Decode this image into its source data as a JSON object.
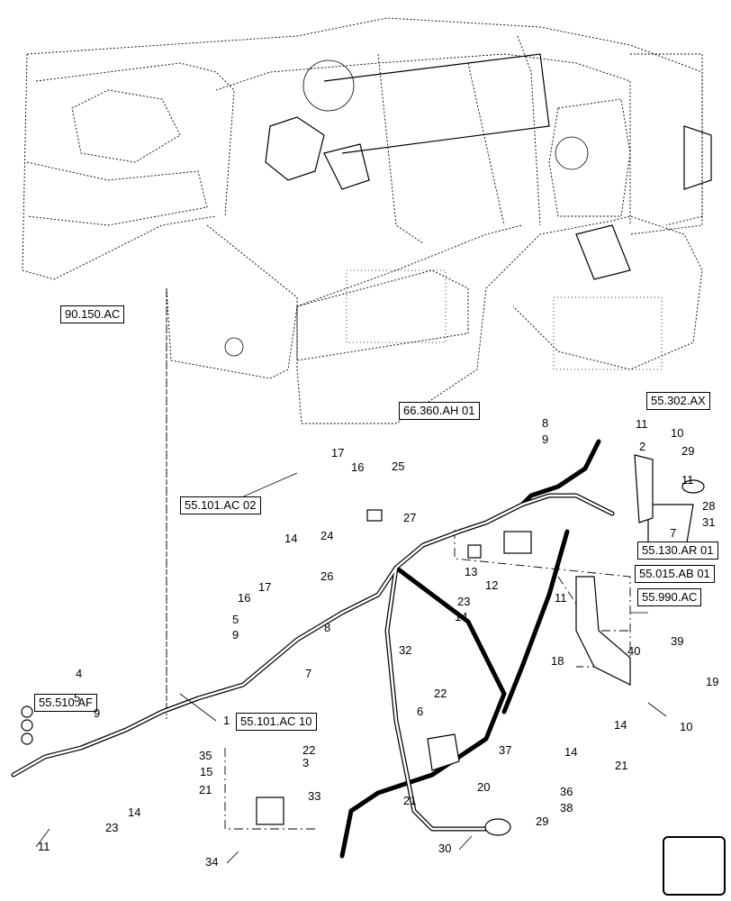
{
  "reference_boxes": [
    {
      "id": "ref-90-150-ac",
      "label": "90.150.AC"
    },
    {
      "id": "ref-66-360-ah-01",
      "label": "66.360.AH 01"
    },
    {
      "id": "ref-55-302-ax",
      "label": "55.302.AX"
    },
    {
      "id": "ref-55-101-ac-02",
      "label": "55.101.AC 02"
    },
    {
      "id": "ref-55-130-ar-01",
      "label": "55.130.AR 01"
    },
    {
      "id": "ref-55-015-ab-01",
      "label": "55.015.AB 01"
    },
    {
      "id": "ref-55-990-ac",
      "label": "55.990.AC"
    },
    {
      "id": "ref-55-510-af",
      "label": "55.510.AF"
    },
    {
      "id": "ref-55-101-ac-10",
      "label": "55.101.AC 10"
    }
  ],
  "callouts": [
    "1",
    "2",
    "3",
    "4",
    "5",
    "5",
    "6",
    "7",
    "7",
    "8",
    "8",
    "9",
    "9",
    "9",
    "10",
    "10",
    "11",
    "11",
    "11",
    "11",
    "12",
    "13",
    "14",
    "14",
    "14",
    "14",
    "14",
    "15",
    "16",
    "16",
    "17",
    "17",
    "18",
    "19",
    "20",
    "21",
    "21",
    "21",
    "22",
    "22",
    "23",
    "23",
    "24",
    "25",
    "26",
    "27",
    "28",
    "29",
    "29",
    "30",
    "31",
    "32",
    "33",
    "34",
    "35",
    "36",
    "37",
    "38",
    "39",
    "40"
  ],
  "icons": {
    "nav": "next-page-arrow-icon"
  }
}
